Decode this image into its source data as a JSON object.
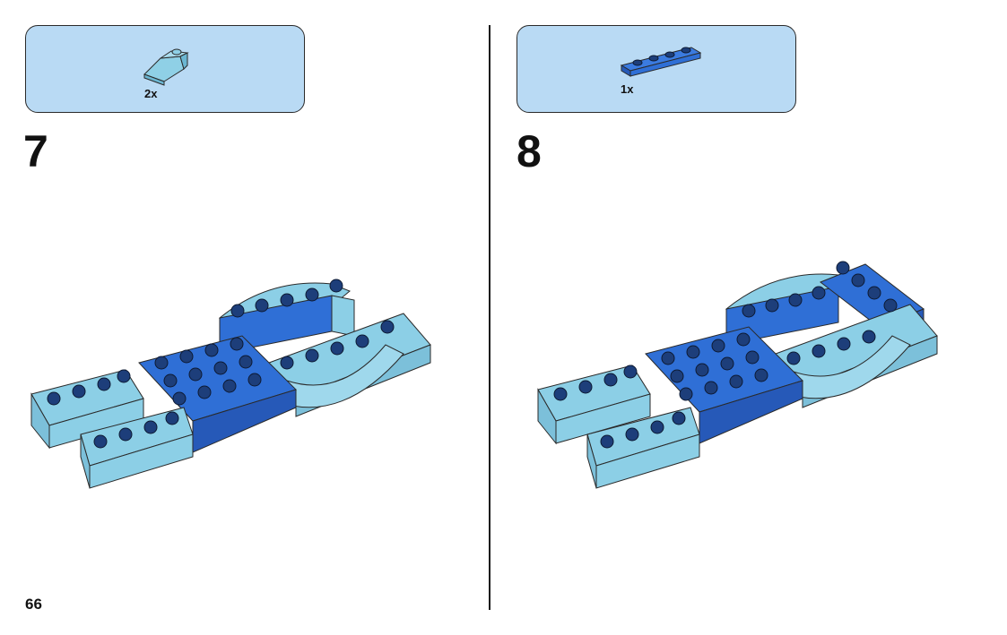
{
  "page": {
    "number": "66"
  },
  "steps": [
    {
      "number": "7",
      "parts": [
        {
          "quantity": "2x",
          "icon": "light-blue-slope-brick-icon",
          "color": "#7fc6e0"
        }
      ]
    },
    {
      "number": "8",
      "parts": [
        {
          "quantity": "1x",
          "icon": "blue-1x4-plate-icon",
          "color": "#2f6fd6"
        }
      ]
    }
  ],
  "colors": {
    "panel": "#b9daf4",
    "light_blue": "#8ccfe6",
    "blue": "#2f6fd6",
    "stud_dark": "#1d3e7a"
  }
}
